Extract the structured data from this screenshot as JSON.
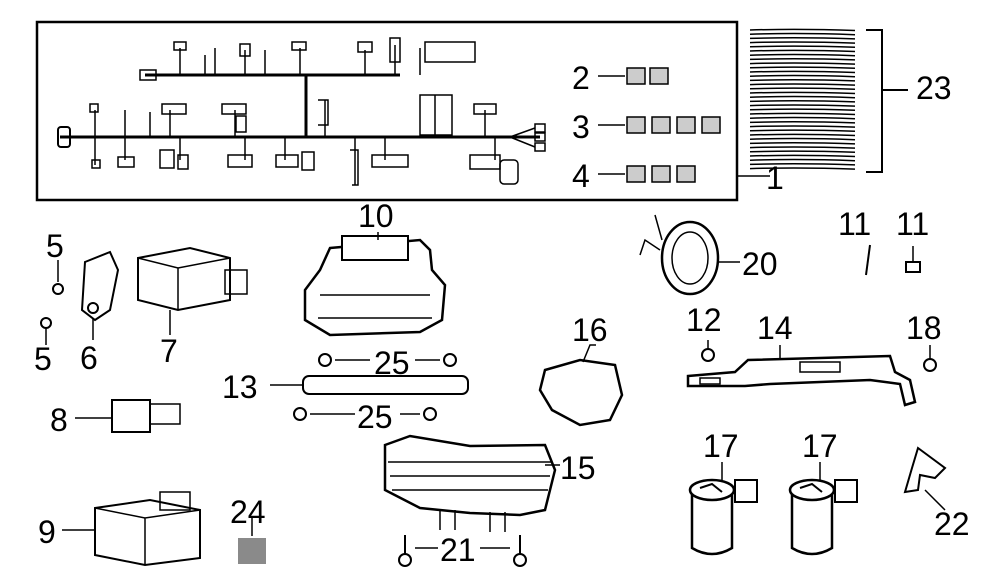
{
  "callouts": {
    "p1": "1",
    "p2": "2",
    "p3": "3",
    "p4": "4",
    "p5a": "5",
    "p5b": "5",
    "p6": "6",
    "p7": "7",
    "p8": "8",
    "p9": "9",
    "p10": "10",
    "p11a": "11",
    "p11b": "11",
    "p12": "12",
    "p13": "13",
    "p14": "14",
    "p15": "15",
    "p16": "16",
    "p17a": "17",
    "p17b": "17",
    "p18": "18",
    "p20": "20",
    "p21": "21",
    "p22": "22",
    "p23": "23",
    "p24": "24",
    "p25a": "25",
    "p25b": "25"
  },
  "colors": {
    "line": "#000000",
    "part_fill": "#ffffff",
    "block": "#8a8a8a"
  }
}
